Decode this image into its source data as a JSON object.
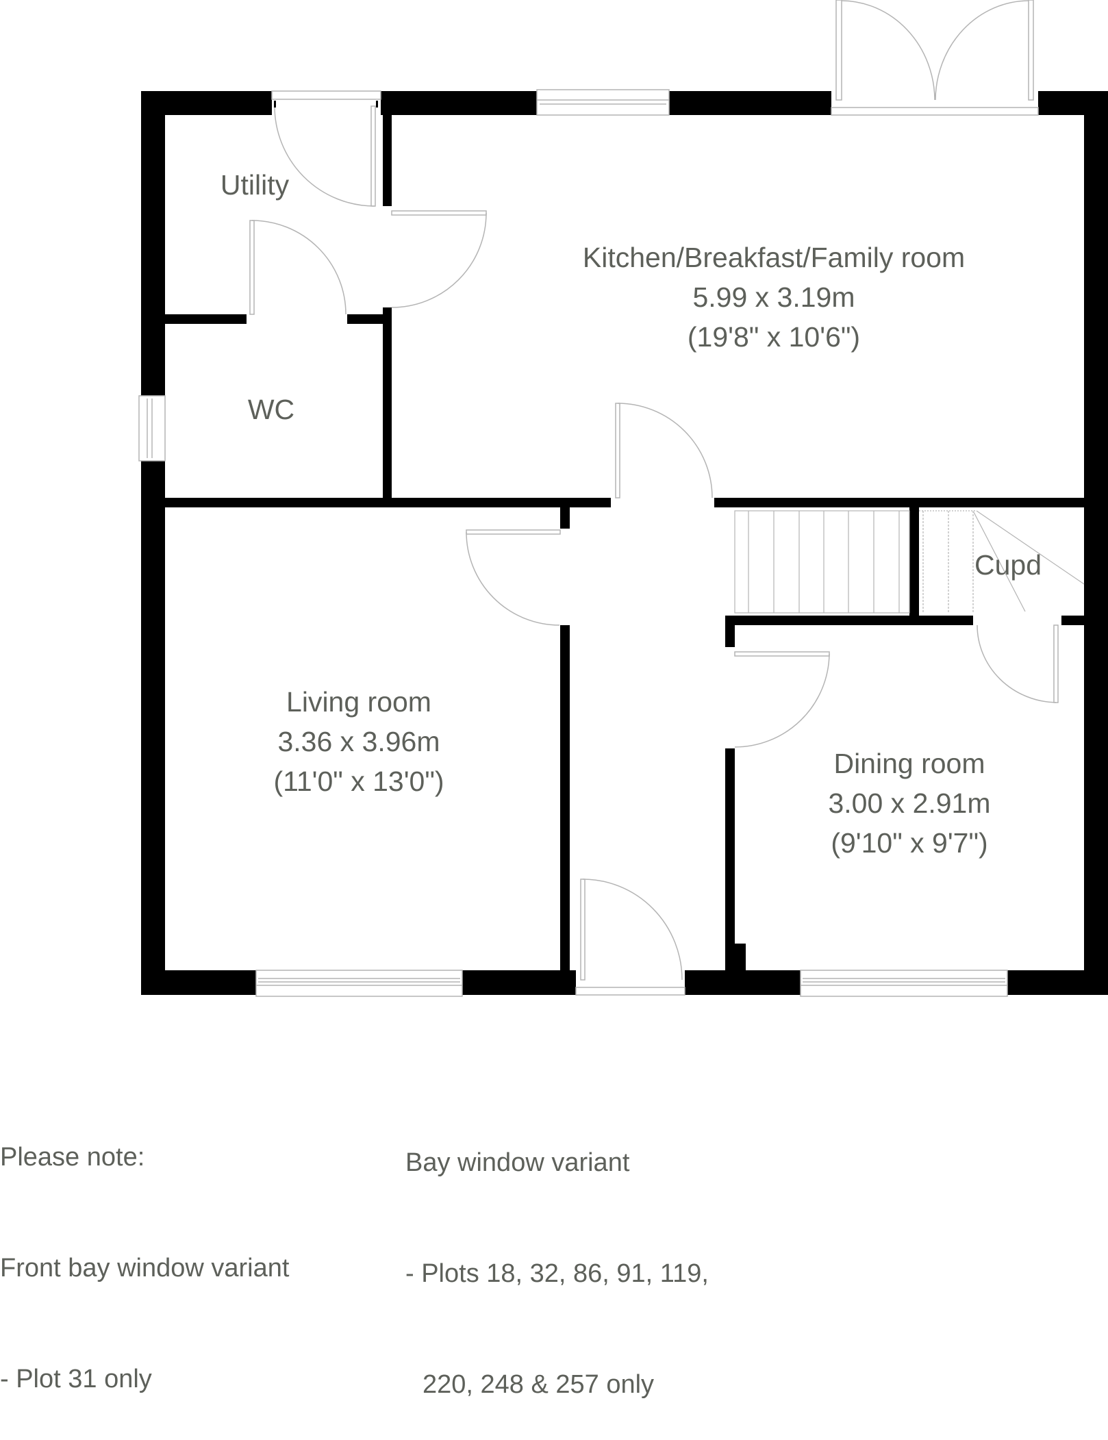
{
  "floorplan": {
    "rooms": [
      {
        "id": "utility",
        "name": "Utility"
      },
      {
        "id": "wc",
        "name": "WC"
      },
      {
        "id": "kitchen",
        "name": "Kitchen/Breakfast/Family room",
        "metric": "5.99 x 3.19m",
        "imperial": "(19'8\" x 10'6\")"
      },
      {
        "id": "living",
        "name": "Living room",
        "metric": "3.36 x 3.96m",
        "imperial": "(11'0\" x 13'0\")"
      },
      {
        "id": "dining",
        "name": "Dining room",
        "metric": "3.00 x 2.91m",
        "imperial": "(9'10\" x 9'7\")"
      },
      {
        "id": "cupd",
        "name": "Cupd"
      }
    ],
    "colors": {
      "wall": "#000000",
      "text": "#5d605a",
      "fixture_line": "#b4b4b4",
      "background": "#ffffff"
    }
  },
  "notes": {
    "left": {
      "heading": "Please note:",
      "line1": "Front bay window variant",
      "line2": "- Plot 31 only"
    },
    "right": {
      "heading": "Bay window variant",
      "line1": "- Plots 18, 32, 86, 91, 119,",
      "line2": "220, 248 & 257 only"
    }
  }
}
